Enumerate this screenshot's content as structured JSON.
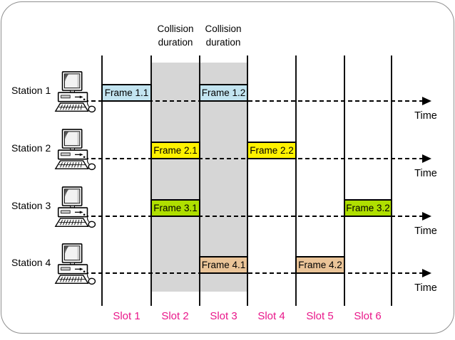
{
  "diagram": {
    "collision_captions": [
      {
        "line1": "Collision",
        "line2": "duration"
      },
      {
        "line1": "Collision",
        "line2": "duration"
      }
    ],
    "stations": [
      {
        "label": "Station 1",
        "time_label": "Time"
      },
      {
        "label": "Station 2",
        "time_label": "Time"
      },
      {
        "label": "Station 3",
        "time_label": "Time"
      },
      {
        "label": "Station 4",
        "time_label": "Time"
      }
    ],
    "frames": [
      {
        "label": "Frame 1.1",
        "station": "Station 1",
        "slot": "Slot 1",
        "color": "#C2E4F0"
      },
      {
        "label": "Frame 1.2",
        "station": "Station 1",
        "slot": "Slot 3",
        "color": "#C2E4F0"
      },
      {
        "label": "Frame 2.1",
        "station": "Station 2",
        "slot": "Slot 2",
        "color": "#FFF200"
      },
      {
        "label": "Frame 2.2",
        "station": "Station 2",
        "slot": "Slot 4",
        "color": "#FFF200"
      },
      {
        "label": "Frame 3.1",
        "station": "Station 3",
        "slot": "Slot 2",
        "color": "#AFDF00"
      },
      {
        "label": "Frame 3.2",
        "station": "Station 3",
        "slot": "Slot 6",
        "color": "#AFDF00"
      },
      {
        "label": "Frame 4.1",
        "station": "Station 4",
        "slot": "Slot 3",
        "color": "#EAC498"
      },
      {
        "label": "Frame 4.2",
        "station": "Station 4",
        "slot": "Slot 5",
        "color": "#EAC498"
      }
    ],
    "slots": [
      {
        "label": "Slot 1"
      },
      {
        "label": "Slot 2"
      },
      {
        "label": "Slot 3"
      },
      {
        "label": "Slot 4"
      },
      {
        "label": "Slot 5"
      },
      {
        "label": "Slot 6"
      }
    ],
    "colors": {
      "collision_zone": "#D6D6D6",
      "slot_label": "#E9178A",
      "frame_blue": "#C2E4F0",
      "frame_yellow": "#FFF200",
      "frame_green": "#AFDF00",
      "frame_tan": "#EAC498",
      "border": "#8F8F8F"
    }
  }
}
